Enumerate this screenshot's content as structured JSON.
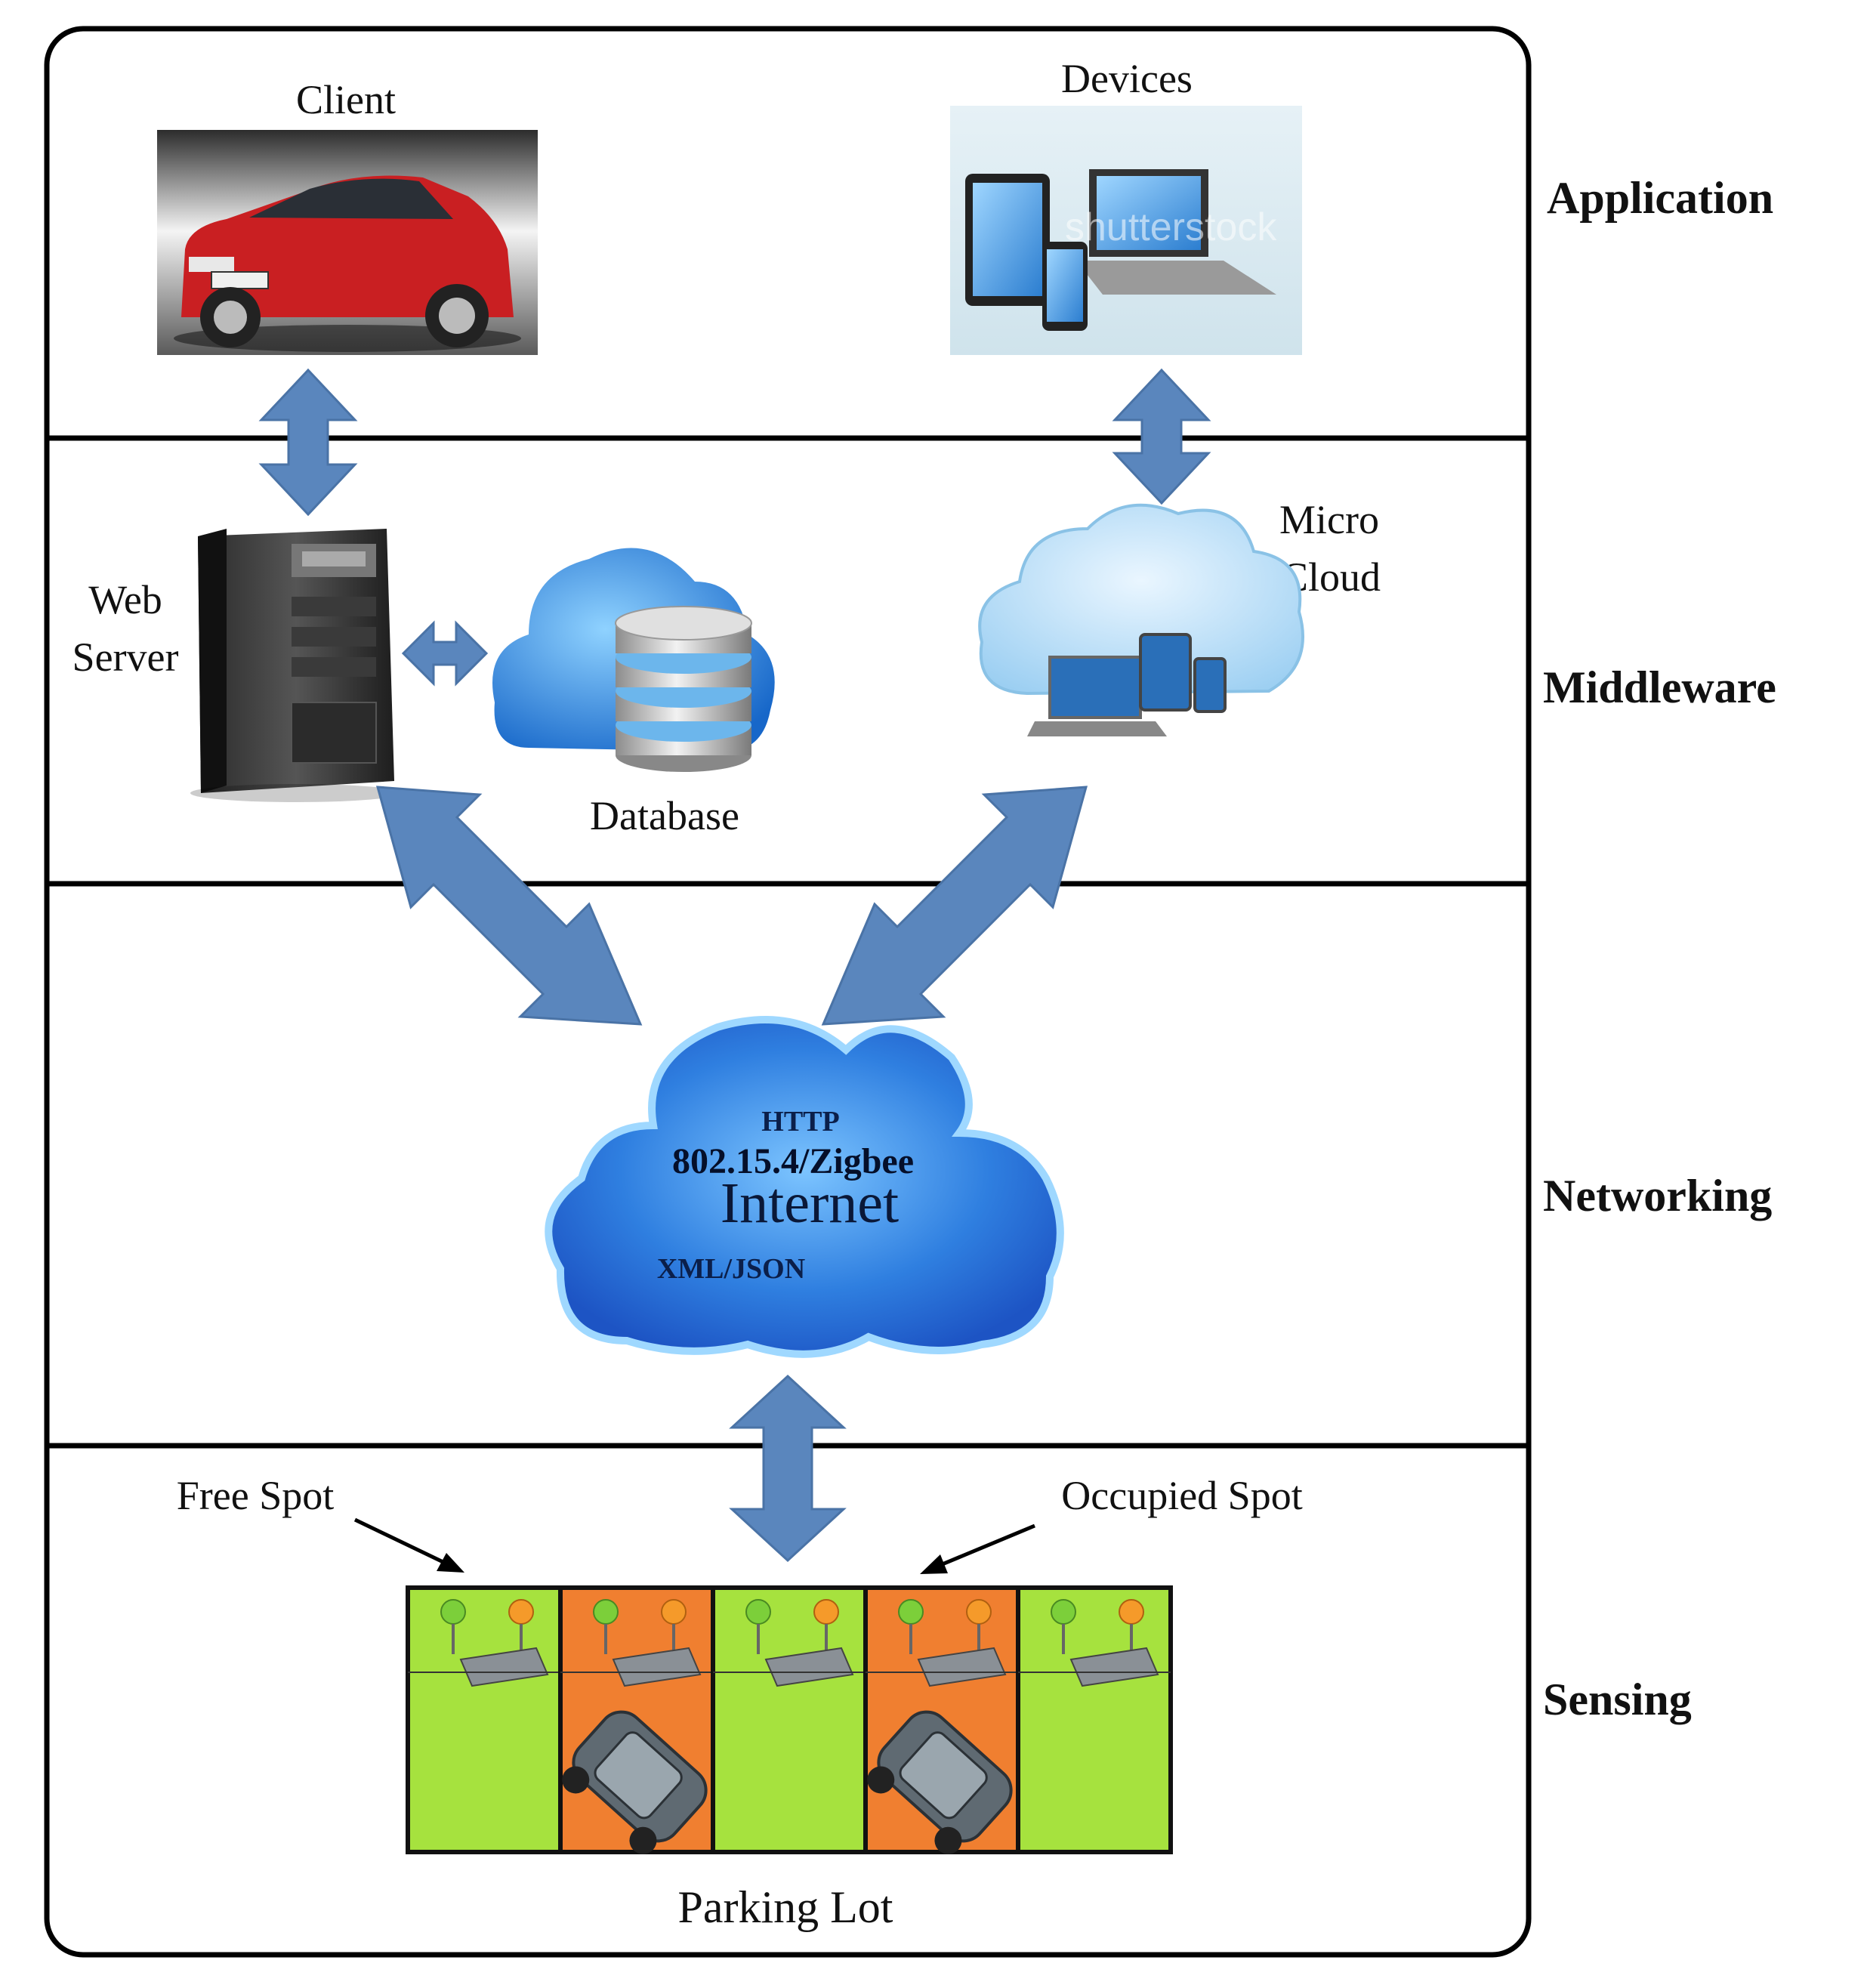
{
  "layers": {
    "application": "Application",
    "middleware": "Middleware",
    "networking": "Networking",
    "sensing": "Sensing"
  },
  "nodes": {
    "client": "Client",
    "devices": "Devices",
    "web_server_line1": "Web",
    "web_server_line2": "Server",
    "database": "Database",
    "micro_cloud_line1": "Micro",
    "micro_cloud_line2": "Cloud",
    "parking_lot": "Parking Lot",
    "free_spot": "Free Spot",
    "occupied_spot": "Occupied Spot"
  },
  "internet_cloud": {
    "http": "HTTP",
    "zigbee": "802.15.4/Zigbee",
    "internet": "Internet",
    "xml_json": "XML/JSON"
  },
  "watermark": "shutterstock",
  "parking_spots": [
    "free",
    "occupied",
    "free",
    "occupied",
    "free"
  ],
  "colors": {
    "arrow": "#5a86bd",
    "free_spot": "#a6e23e",
    "occupied_spot": "#f07f30",
    "cloud_blue": "#3b82d6",
    "car_red": "#d42a2a"
  }
}
